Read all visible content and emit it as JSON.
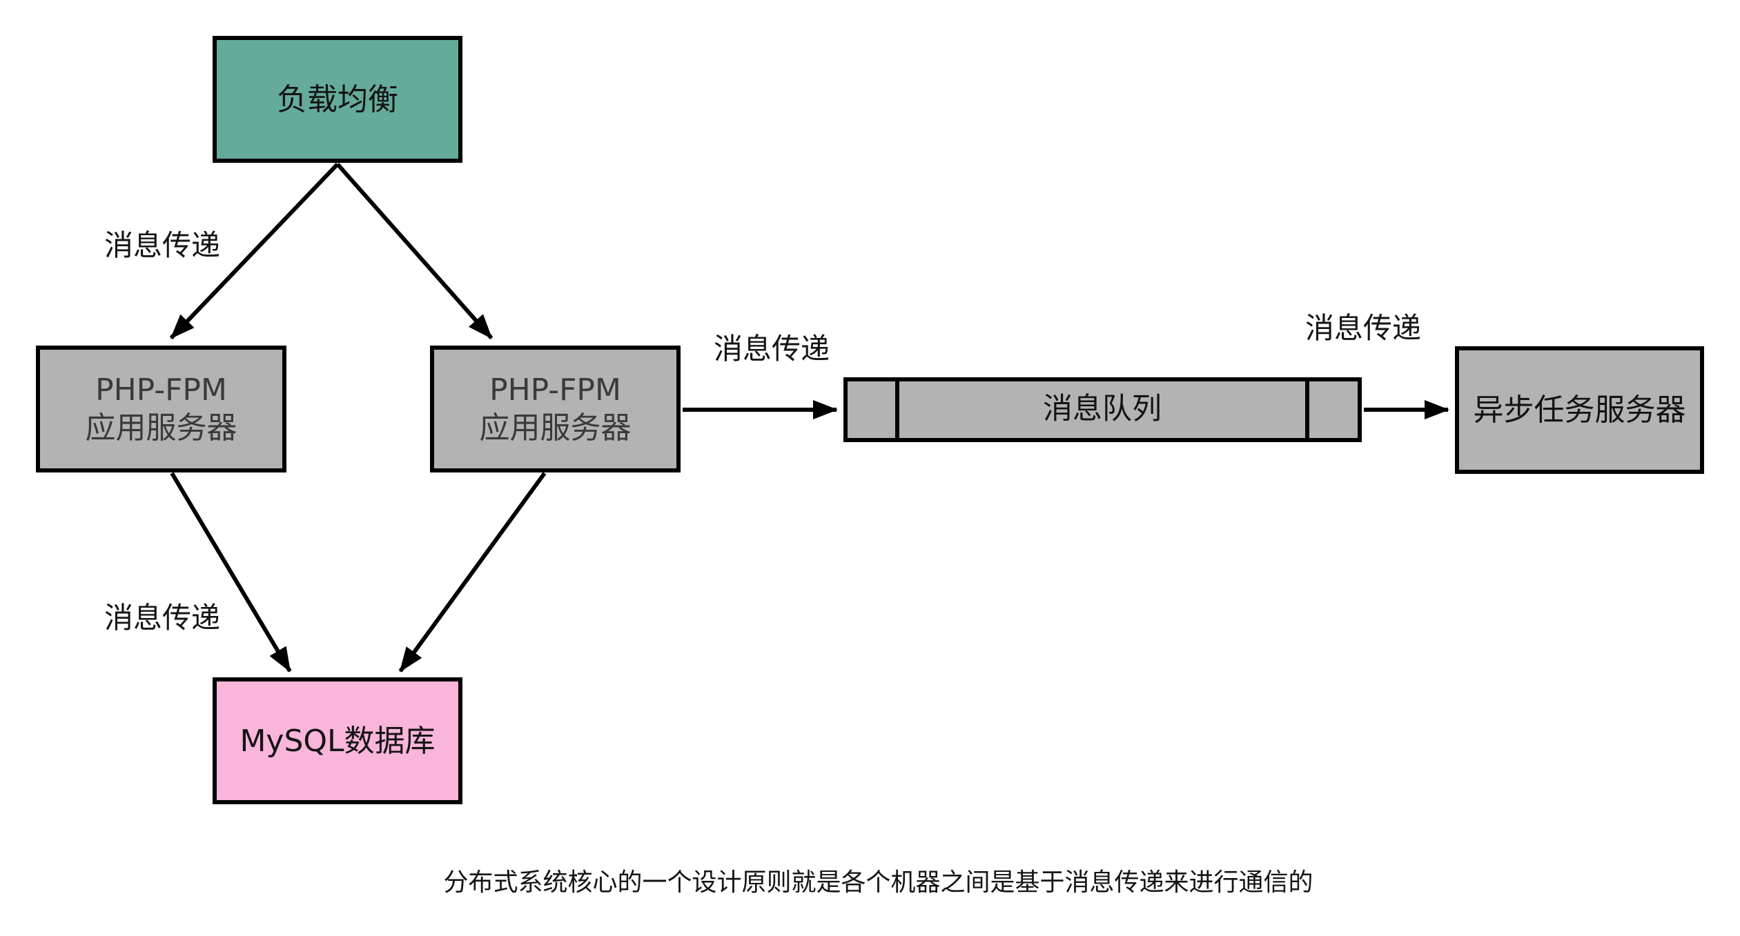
{
  "nodes": {
    "load_balancer": {
      "label": "负载均衡",
      "fill": "#65AB9C"
    },
    "php_fpm_1": {
      "label": "PHP-FPM\n应用服务器",
      "fill": "#B3B3B3"
    },
    "php_fpm_2": {
      "label": "PHP-FPM\n应用服务器",
      "fill": "#B3B3B3"
    },
    "message_queue": {
      "label": "消息队列",
      "fill": "#B3B3B3"
    },
    "async_task_server": {
      "label": "异步任务服务器",
      "fill": "#B3B3B3"
    },
    "mysql_database": {
      "label": "MySQL数据库",
      "fill": "#F9B5DA"
    }
  },
  "edge_labels": [
    {
      "id": "lb-to-phpfpm1",
      "text": "消息传递"
    },
    {
      "id": "phpfpm2-to-queue",
      "text": "消息传递"
    },
    {
      "id": "queue-to-async",
      "text": "消息传递"
    },
    {
      "id": "phpfpm1-to-mysql",
      "text": "消息传递"
    }
  ],
  "caption": "分布式系统核心的一个设计原则就是各个机器之间是基于消息传递来进行通信的",
  "colors": {
    "background": "#FFFFFF",
    "node_border": "#000000",
    "arrow": "#000000",
    "node_text": "#141414",
    "php_fpm_text": "#3A3A3A",
    "load_balancer_fill": "#65AB9C",
    "gray_fill": "#B3B3B3",
    "mysql_fill": "#F9B5DA"
  }
}
